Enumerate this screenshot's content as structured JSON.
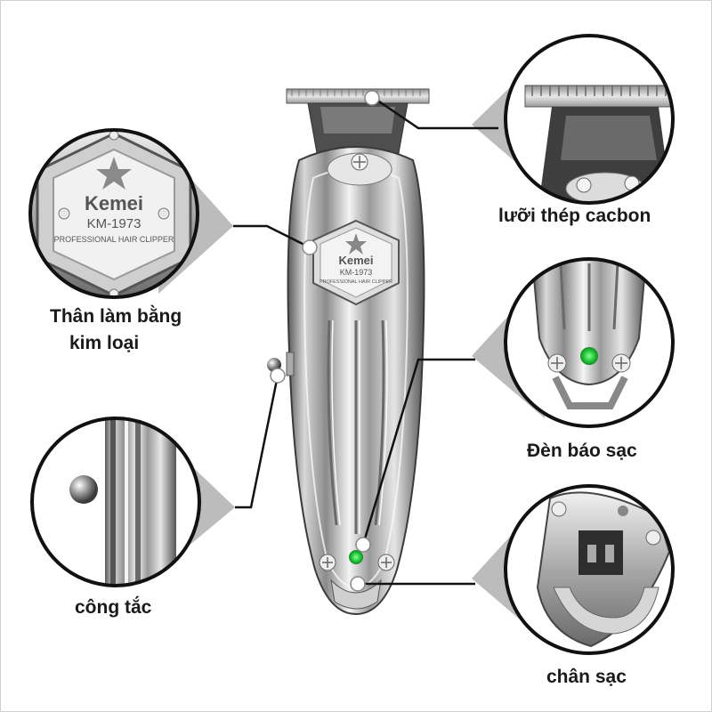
{
  "product": {
    "brand": "Kemei",
    "model": "KM-1973",
    "tagline": "PROFESSIONAL HAIR CLIPPER"
  },
  "callouts": {
    "blade": "lưỡi thép cacbon",
    "body_line1": "Thân làm bằng",
    "body_line2": "kim loại",
    "led": "Đèn báo sạc",
    "switch": "công tắc",
    "base": "chân sạc"
  },
  "colors": {
    "chrome_dark": "#4a4a4a",
    "chrome_light": "#f2f2f2",
    "led_green": "#22c83a",
    "leader_line": "#111111"
  }
}
